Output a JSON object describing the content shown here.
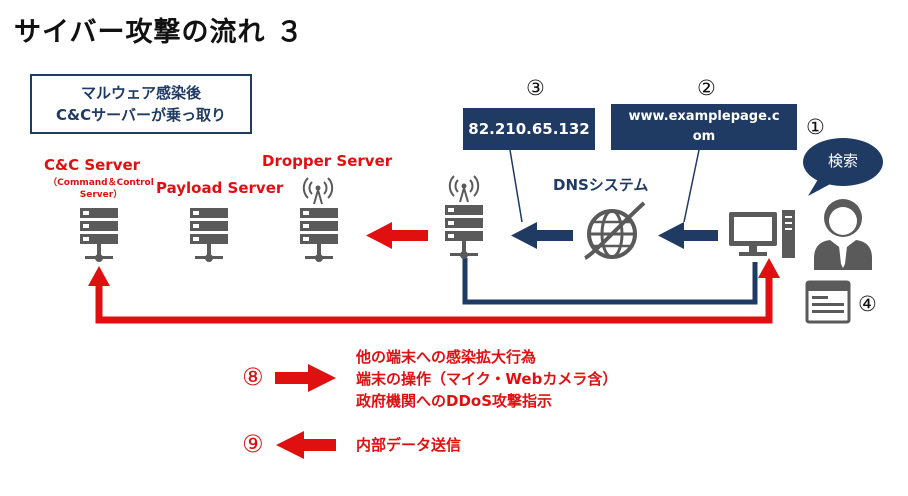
{
  "title": "サイバー攻撃の流れ ３",
  "callout": {
    "line1": "マルウェア感染後",
    "line2": "C&Cサーバーが乗っ取り"
  },
  "ip_box": "82.210.65.132",
  "url_box": {
    "line1": "www.examplepage.c",
    "line2": "om"
  },
  "step_numbers": {
    "s1": "①",
    "s2": "②",
    "s3": "③",
    "s4": "④",
    "s8": "⑧",
    "s9": "⑨"
  },
  "servers": {
    "cc_label": "C&C Server",
    "cc_sub1": "（Command＆Control",
    "cc_sub2": "Server）",
    "payload_label": "Payload Server",
    "dropper_label": "Dropper Server"
  },
  "dns_label": "DNSシステム",
  "search_bubble": "検索",
  "actions8": {
    "line1": "他の端末への感染拡大行為",
    "line2": "端末の操作（マイク・Webカメラ含）",
    "line3": "政府機関へのDDoS攻撃指示"
  },
  "actions9": "内部データ送信",
  "colors": {
    "navy": "#1f3a63",
    "red": "#e01010",
    "gray": "#5a5a5a"
  }
}
